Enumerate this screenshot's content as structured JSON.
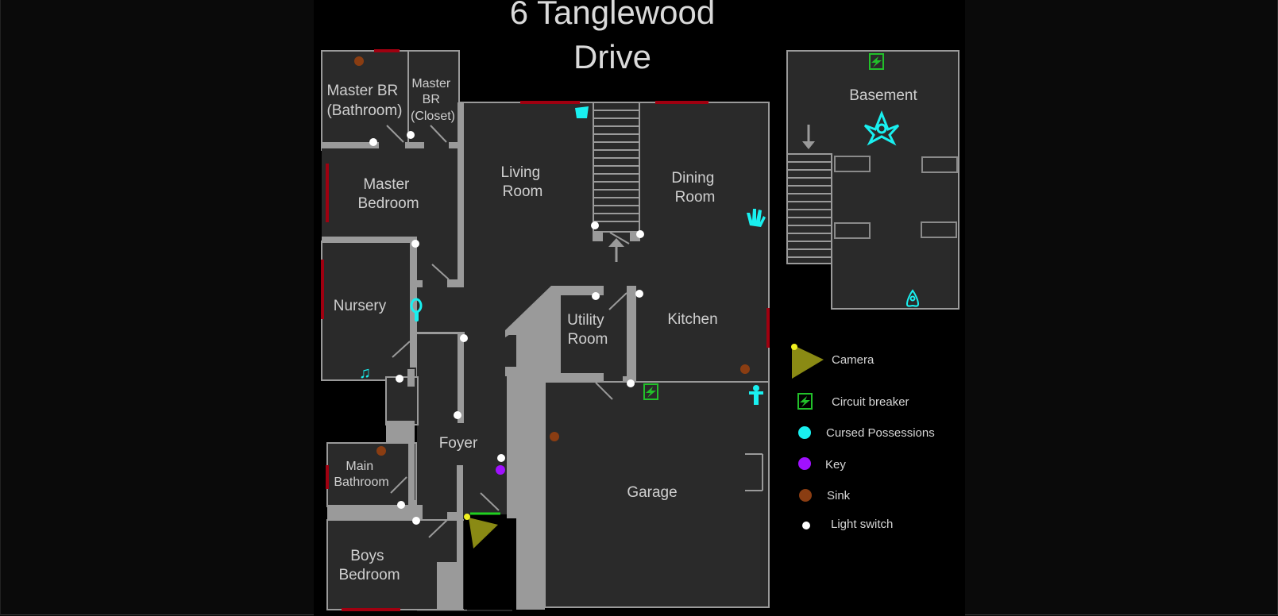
{
  "map": {
    "title_line1": "6 Tanglewood",
    "title_line2": "Drive"
  },
  "rooms": {
    "master_br_bathroom": [
      "Master BR",
      "(Bathroom)"
    ],
    "master_br_closet": [
      "Master",
      "BR",
      "(Closet)"
    ],
    "master_bedroom": [
      "Master",
      "Bedroom"
    ],
    "living_room": [
      "Living",
      "Room"
    ],
    "dining_room": [
      "Dining",
      "Room"
    ],
    "nursery": [
      "Nursery"
    ],
    "utility_room": [
      "Utility",
      "Room"
    ],
    "kitchen": [
      "Kitchen"
    ],
    "foyer": [
      "Foyer"
    ],
    "main_bathroom": [
      "Main",
      "Bathroom"
    ],
    "garage": [
      "Garage"
    ],
    "boys_bedroom": [
      "Boys",
      "Bedroom"
    ],
    "basement": [
      "Basement"
    ]
  },
  "legend": {
    "items": [
      {
        "key": "camera",
        "label": "Camera",
        "color": "#8a8a14"
      },
      {
        "key": "circuit_breaker",
        "label": "Circuit breaker",
        "color": "#22c02a"
      },
      {
        "key": "cursed_possessions",
        "label": "Cursed Possessions",
        "color": "#19f0f0"
      },
      {
        "key": "key",
        "label": "Key",
        "color": "#a011ff"
      },
      {
        "key": "sink",
        "label": "Sink",
        "color": "#8a3d12"
      },
      {
        "key": "light_switch",
        "label": "Light switch",
        "color": "#ffffff"
      }
    ]
  },
  "colors": {
    "floor": "#2a2a2a",
    "wall": "#9a9a9a",
    "window": "#a00010",
    "door_open_green": "#20d020",
    "text": "#cfcfcf"
  },
  "markers": {
    "cursed_possessions": [
      "tarot-cards",
      "monkey-paw",
      "haunted-mirror",
      "music-box",
      "voodoo-doll",
      "summoning-circle",
      "ouija-board"
    ]
  }
}
